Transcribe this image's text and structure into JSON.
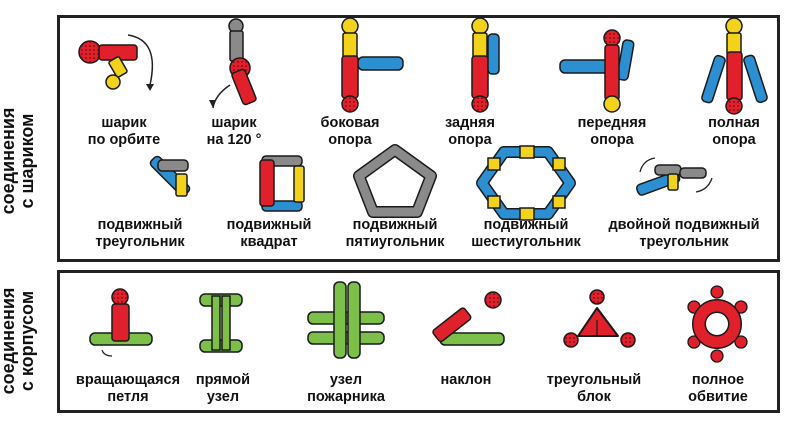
{
  "side_labels": {
    "top": [
      "соединения",
      "с шариком"
    ],
    "bottom": [
      "соединения",
      "с корпусом"
    ]
  },
  "ball_connections": [
    [
      "шарик",
      "по орбите"
    ],
    [
      "шарик",
      "на 120 °"
    ],
    [
      "боковая",
      "опора"
    ],
    [
      "задняя",
      "опора"
    ],
    [
      "передняя",
      "опора"
    ],
    [
      "полная",
      "опора"
    ],
    [
      "подвижный",
      "треугольник"
    ],
    [
      "подвижный",
      "квадрат"
    ],
    [
      "подвижный",
      "пятиугольник"
    ],
    [
      "подвижный",
      "шестиугольник"
    ],
    [
      "двойной подвижный",
      "треугольник"
    ]
  ],
  "body_connections": [
    [
      "вращающаяся",
      "петля"
    ],
    [
      "прямой",
      "узел"
    ],
    [
      "узел",
      "пожарника"
    ],
    [
      "наклон"
    ],
    [
      "треугольный",
      "блок"
    ],
    [
      "полное",
      "обвитие"
    ]
  ],
  "colors": {
    "red": "#e0202a",
    "yellow": "#f2d21b",
    "blue": "#2b8fd1",
    "gray": "#8a8a8a",
    "green": "#7cc04a",
    "outline": "#1a1a1a"
  }
}
